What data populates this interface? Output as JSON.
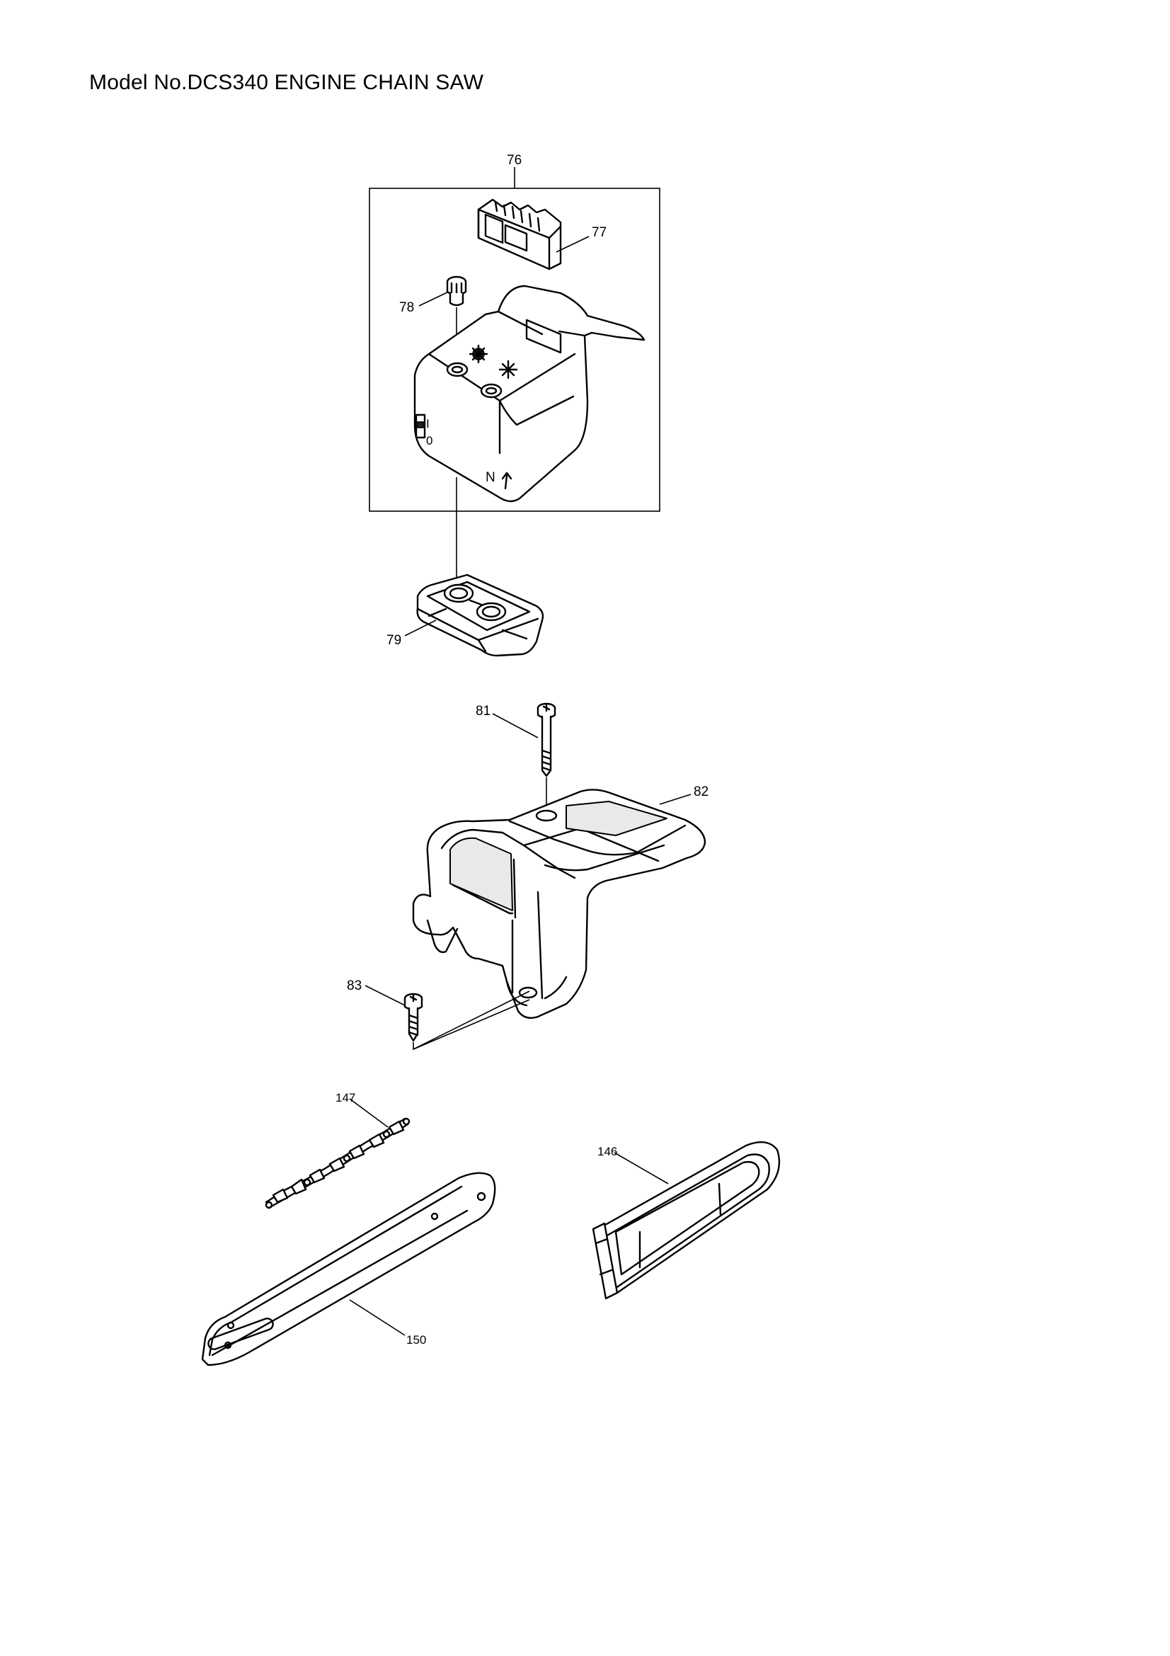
{
  "header": {
    "title": "Model No.DCS340 ENGINE CHAIN SAW"
  },
  "parts": [
    {
      "number": "76"
    },
    {
      "number": "77"
    },
    {
      "number": "78"
    },
    {
      "number": "79"
    },
    {
      "number": "81"
    },
    {
      "number": "82"
    },
    {
      "number": "83"
    },
    {
      "number": "147"
    },
    {
      "number": "146"
    },
    {
      "number": "150"
    }
  ],
  "cover_marks": {
    "switch_i": "I",
    "switch_o": "0",
    "n_mark": "N"
  }
}
